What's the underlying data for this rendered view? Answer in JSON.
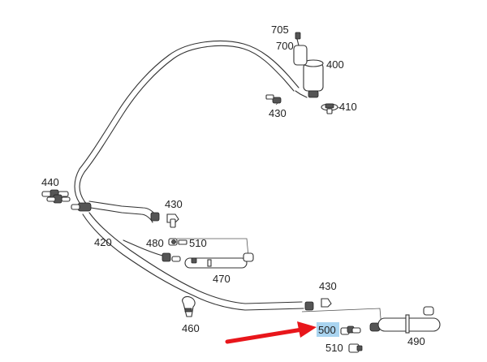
{
  "callouts": {
    "c705": "705",
    "c700": "700",
    "c400": "400",
    "c410": "410",
    "c430_top": "430",
    "c440": "440",
    "c430_mid": "430",
    "c420": "420",
    "c480": "480",
    "c510_mid": "510",
    "c470": "470",
    "c430_low": "430",
    "c460": "460",
    "c500": "500",
    "c490": "490",
    "c510_low": "510"
  },
  "highlight": {
    "part": "500",
    "color": "#a9d4f0"
  },
  "arrow_color": "#e8161b"
}
